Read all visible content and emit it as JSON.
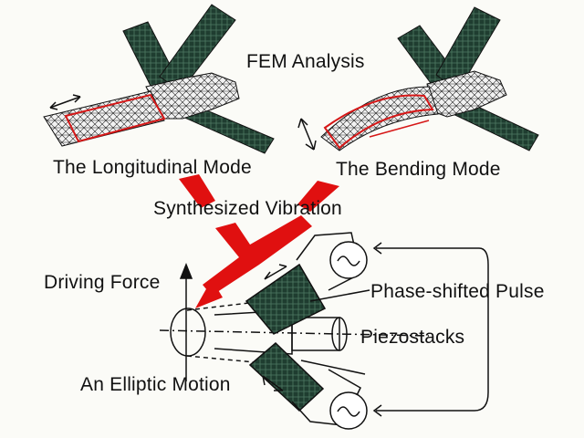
{
  "labels": {
    "fem": "FEM Analysis",
    "longitudinal": "The Longitudinal Mode",
    "bending": "The Bending Mode",
    "synthesized": "Synthesized Vibration",
    "driving_force": "Driving Force",
    "phase_shifted": "Phase-shifted Pulse",
    "piezostacks": "Piezostacks",
    "elliptic": "An Elliptic Motion"
  },
  "colors": {
    "background": "#fbfbf7",
    "stack_green": "#1f3d30",
    "accent_red": "#e01010",
    "line": "#111111"
  },
  "icons": [
    "ac-source-icon",
    "vibration-arrow-icon"
  ]
}
